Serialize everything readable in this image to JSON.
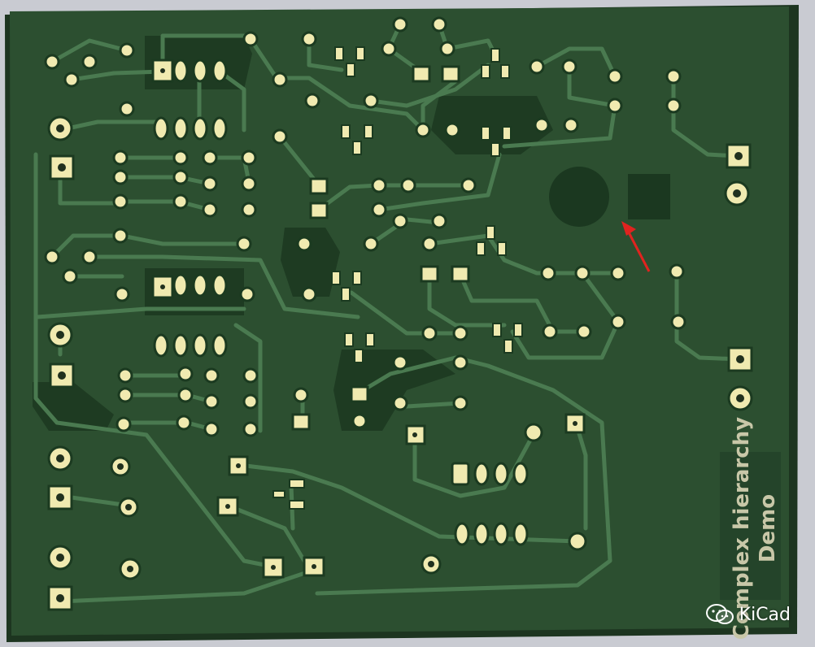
{
  "board": {
    "silkscreen_line1": "Complex hierarchy",
    "silkscreen_line2": "Demo"
  },
  "watermark": {
    "icon": "wechat-icon",
    "label": "KiCad"
  },
  "colors": {
    "board": "#2a4c2e",
    "board_edge": "#1c341f",
    "copper_fill": "#1f3d24",
    "trace": "#3e6a44",
    "pad": "#f0eab0",
    "arrow": "#e0231f"
  }
}
